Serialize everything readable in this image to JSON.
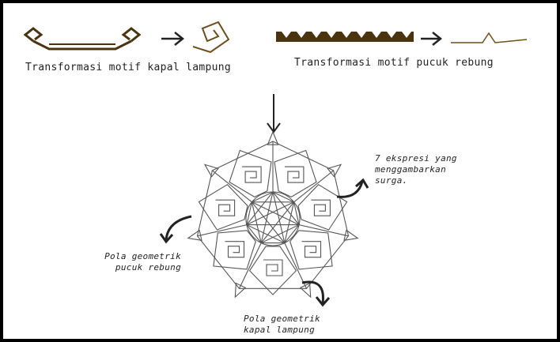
{
  "captions": {
    "kapal": "Transformasi motif  kapal lampung",
    "pucuk": "Transformasi motif  pucuk rebung"
  },
  "annotations": {
    "surga": [
      "7 ekspresi yang",
      "menggambarkan",
      "surga."
    ],
    "pucuk_pattern": [
      "Pola geometrik",
      "pucuk rebung"
    ],
    "kapal_pattern": [
      "Pola geometrik",
      "kapal lampung"
    ]
  },
  "colors": {
    "motif_brown": "#4a3410",
    "line_brown": "#6b4f1c",
    "ink": "#222222",
    "frame": "#000000"
  },
  "icons": [
    "kapal-lampung-motif-icon",
    "spiral-motif-icon",
    "pucuk-rebung-motif-icon",
    "triangle-motif-icon",
    "arrow-right-icon",
    "arrow-down-icon",
    "curved-arrow-icon"
  ]
}
